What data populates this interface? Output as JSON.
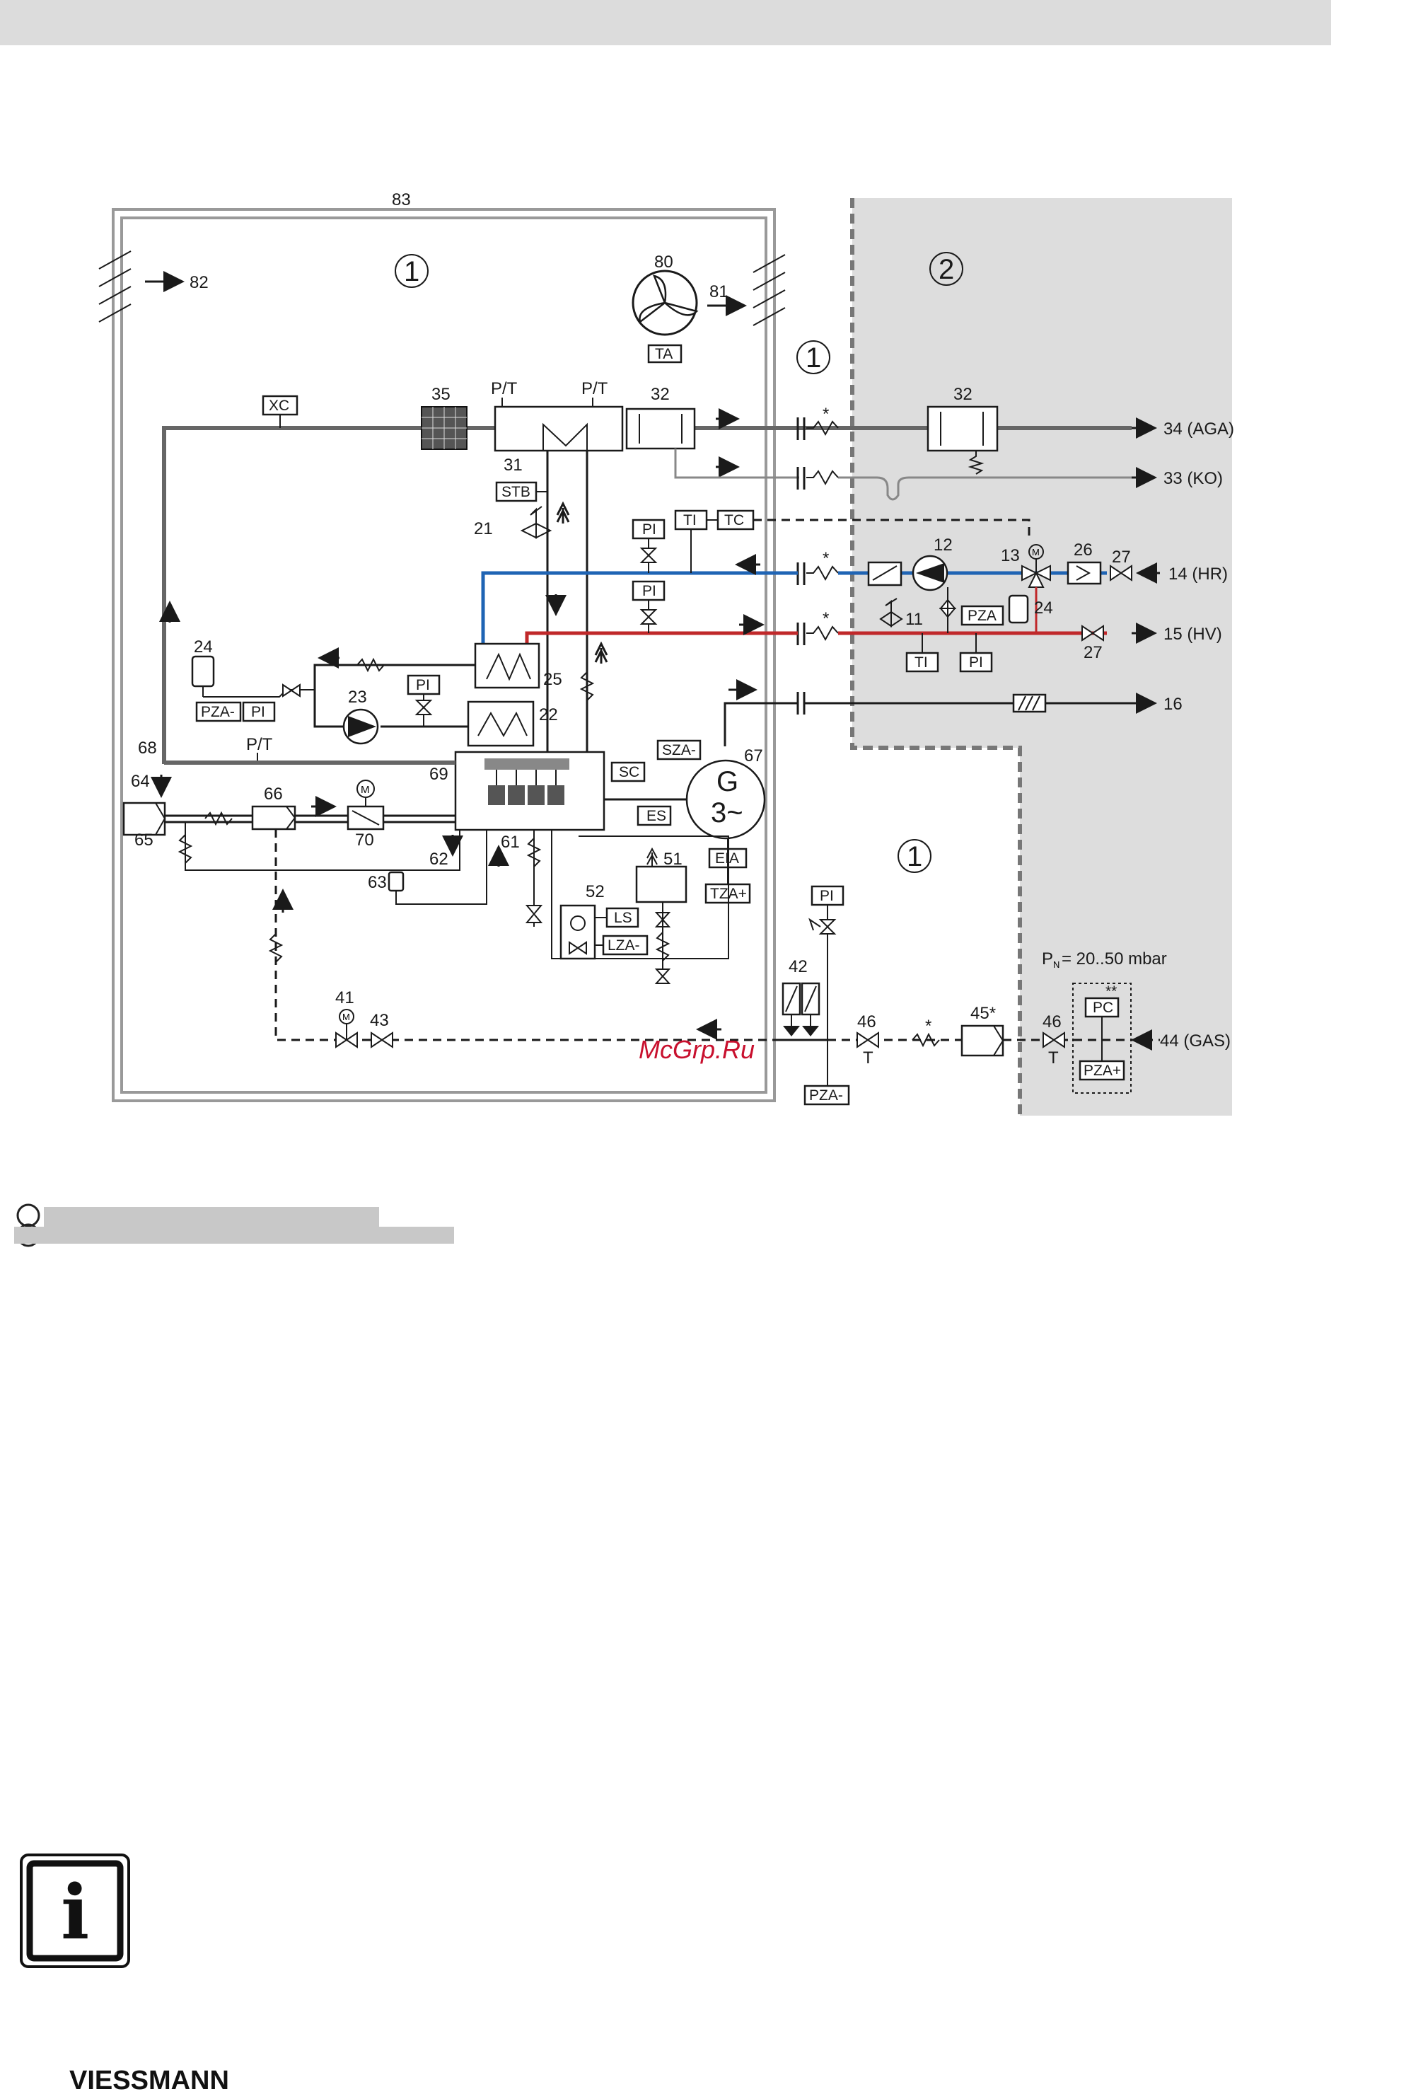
{
  "colors": {
    "return_line": "#1f64b4",
    "flow_line": "#c0282a",
    "zone2_bg": "#dddddd",
    "top_bar": "#dcdcdc",
    "watermark": "#c8102e"
  },
  "labels": {
    "enclosure": "83",
    "zone1": "1",
    "zone2": "2",
    "air_in": "82",
    "fan": "80",
    "fan_tag": "TA",
    "fan_out": "81",
    "xc": "XC",
    "n35": "35",
    "pt1": "P/T",
    "pt2": "P/T",
    "n32a": "32",
    "n32b": "32",
    "n31": "31",
    "stb": "STB",
    "n21": "21",
    "pi1": "PI",
    "pi2": "PI",
    "ti1": "TI",
    "tc": "TC",
    "n12": "12",
    "n13": "13",
    "n26": "26",
    "n27a": "27",
    "n27b": "27",
    "n11": "11",
    "pza1": "PZA",
    "n24b": "24",
    "ti2": "TI",
    "pi3": "PI",
    "n24a": "24",
    "pzam": "PZA-",
    "pi4": "PI",
    "n23": "23",
    "pi5": "PI",
    "n25": "25",
    "n22": "22",
    "n68": "68",
    "pt3": "P/T",
    "n69": "69",
    "sc": "SC",
    "sza": "SZA-",
    "es": "ES",
    "gen": "G",
    "gen_phase": "3~",
    "n67": "67",
    "eia": "EIA",
    "tza": "TZA+",
    "n64": "64",
    "n65": "65",
    "n66": "66",
    "motor": "M",
    "n70": "70",
    "n62": "62",
    "n61": "61",
    "n63": "63",
    "n51": "51",
    "n52": "52",
    "ls": "LS",
    "lza": "LZA-",
    "n41": "41",
    "n43": "43",
    "pi6": "PI",
    "n42": "42",
    "n46a": "46",
    "t1": "T",
    "n45": "45*",
    "n46b": "46",
    "t2": "T",
    "pn": "P",
    "pn_sub": "N",
    "pn_val": "= 20..50 mbar",
    "pc": "PC",
    "dstar": "**",
    "pzap": "PZA+",
    "pzam2": "PZA-",
    "star": "*",
    "out34": "34 (AGA)",
    "out33": "33 (KO)",
    "in14": "14 (HR)",
    "out15": "15 (HV)",
    "out16": "16",
    "in44": "44 (GAS)",
    "watermark": "McGrp.Ru",
    "info_icon": "i",
    "brand": "VIESSMANN"
  }
}
